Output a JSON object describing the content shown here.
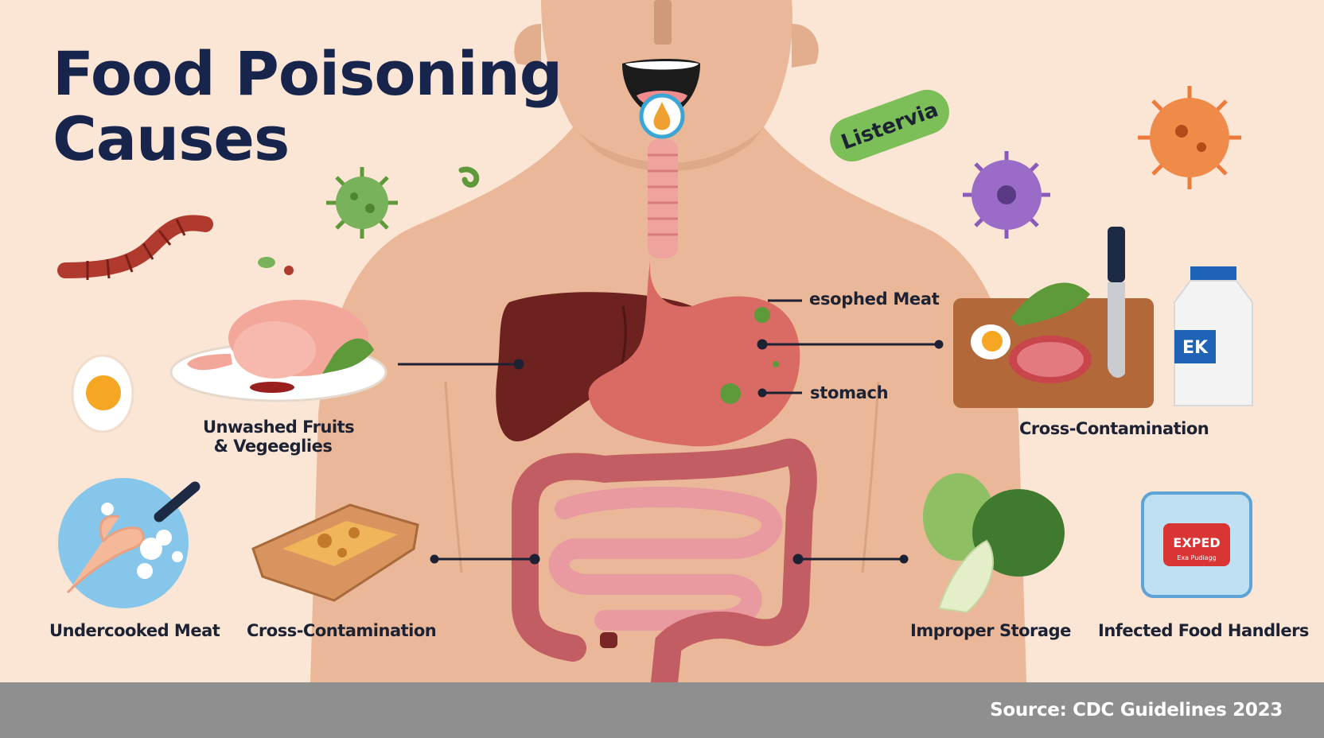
{
  "title": {
    "line1": "Food Poisoning",
    "line2": "Causes"
  },
  "badges": {
    "listeria": "Listervia",
    "milk_carton": "EK",
    "expired_line1": "EXPED",
    "expired_line2": "Exa Pudiagg"
  },
  "organ_labels": {
    "esophagus": "esophed Meat",
    "stomach": "stomach"
  },
  "cause_labels": {
    "fruits_line1": "Unwashed Fruits",
    "fruits_line2": "& Vegeeglies",
    "cross_right": "Cross-Contamination",
    "undercooked": "Undercooked Meat",
    "cross_left": "Cross-Contamination",
    "storage": "Improper Storage",
    "handlers": "Infected Food Handlers"
  },
  "footer": {
    "source": "Source: CDC Guidelines 2023"
  },
  "colors": {
    "background": "#fbe6d6",
    "skin": "#eab898",
    "title": "#17254d",
    "footer": "#8f8f8f",
    "liver": "#6e2220",
    "stomach": "#d96a64",
    "intestine": "#e0898f"
  }
}
